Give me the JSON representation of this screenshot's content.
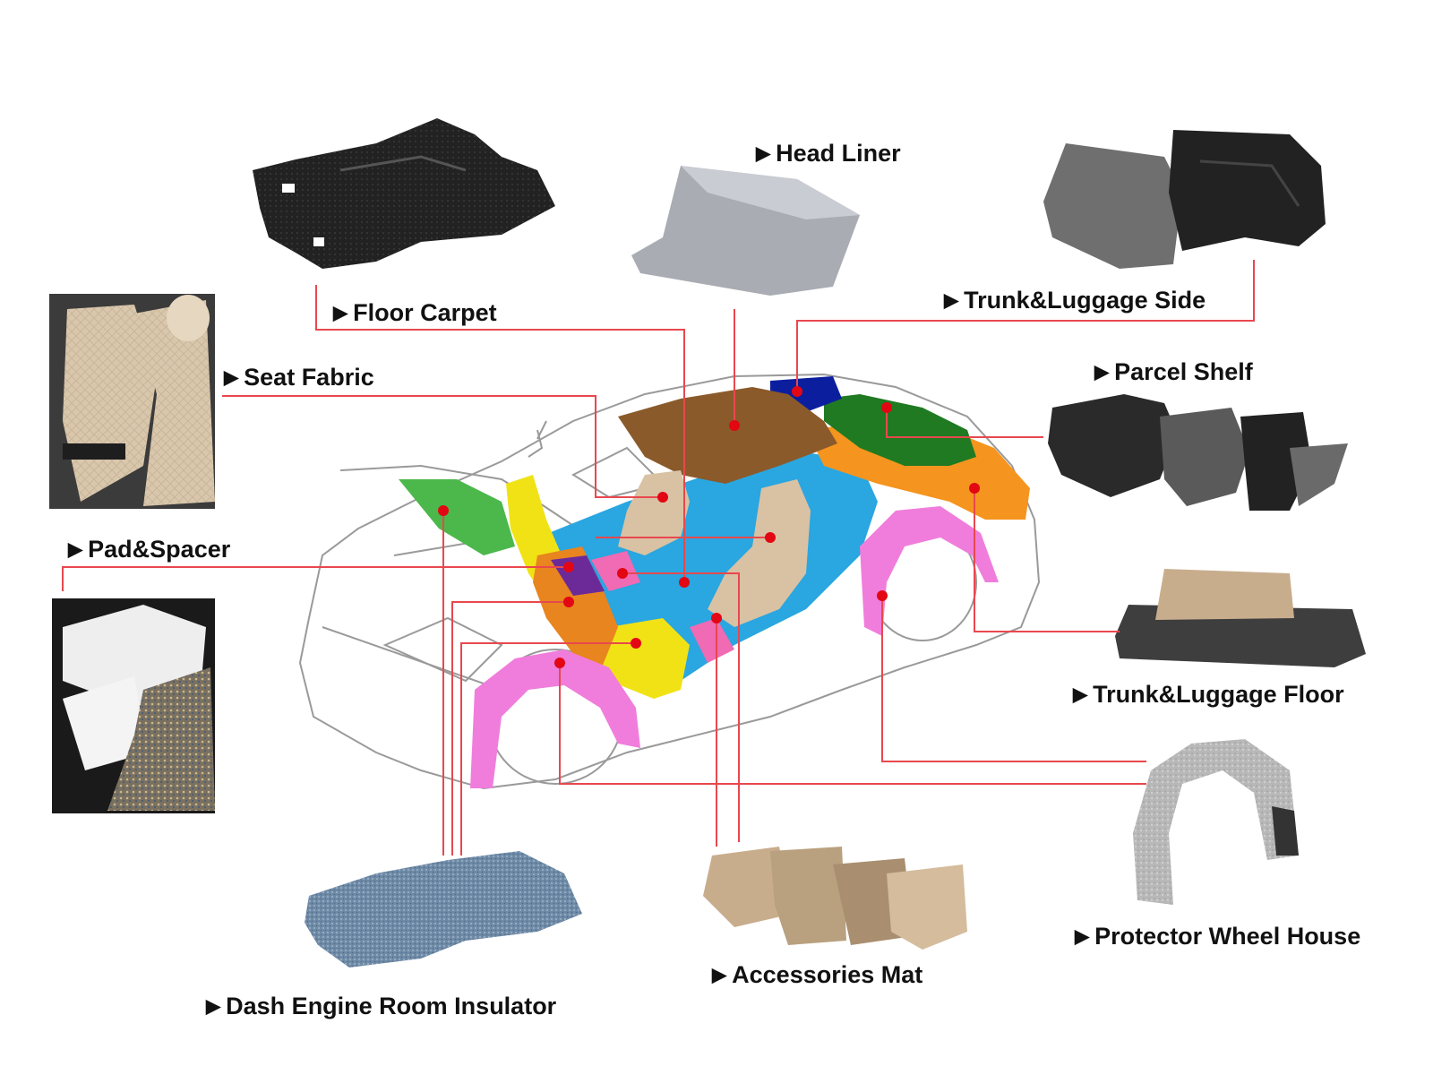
{
  "labels": {
    "head_liner": "Head Liner",
    "floor_carpet": "Floor Carpet",
    "trunk_luggage_side": "Trunk&Luggage Side",
    "seat_fabric": "Seat Fabric",
    "parcel_shelf": "Parcel Shelf",
    "pad_spacer": "Pad&Spacer",
    "trunk_luggage_floor": "Trunk&Luggage Floor",
    "protector_wheel_house": "Protector Wheel House",
    "accessories_mat": "Accessories Mat",
    "dash_engine_room_insulator": "Dash Engine Room Insulator"
  },
  "arrow_glyph": "▶",
  "colors": {
    "leader_line": "#e8484e",
    "marker_dot": "#e30613",
    "head_liner_zone": "#8b5a2b",
    "trunk_side_zone": "#0b1f9e",
    "parcel_shelf_zone": "#1f7a22",
    "floor_zone": "#2aa6e0",
    "trunk_floor_zone": "#f5941e",
    "seat_zone": "#d9c2a3",
    "dash_zone": "#f1e216",
    "insulator_zone": "#4cb84c",
    "wheel_house_zone": "#f07ddc",
    "mat_zone": "#f06ab4",
    "pad_zone": "#e8851f",
    "accessory_purple": "#6c2a99"
  }
}
